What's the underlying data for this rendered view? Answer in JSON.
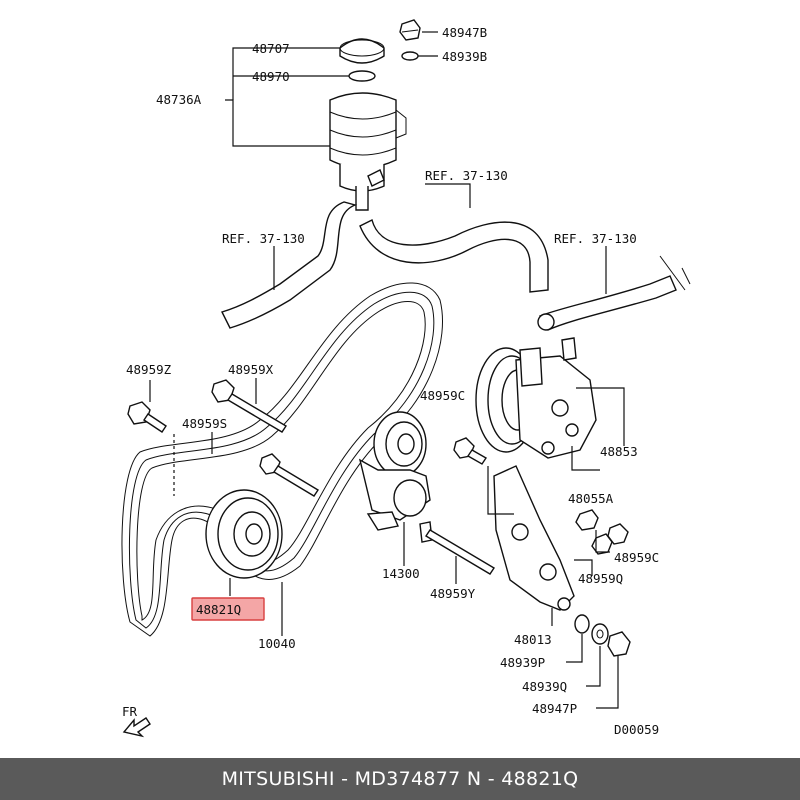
{
  "diagram": {
    "parts": {
      "p48707": "48707",
      "p48970": "48970",
      "p48736A": "48736A",
      "p48947B": "48947B",
      "p48939B": "48939B",
      "ref_a": "REF. 37-130",
      "ref_b": "REF. 37-130",
      "ref_c": "REF. 37-130",
      "p48959Z": "48959Z",
      "p48959X": "48959X",
      "p48959S": "48959S",
      "p48959C_a": "48959C",
      "p48853": "48853",
      "p48055A": "48055A",
      "p48959C_b": "48959C",
      "p48959Q": "48959Q",
      "p14300": "14300",
      "p48959Y": "48959Y",
      "p48013": "48013",
      "p48939P": "48939P",
      "p48939Q": "48939Q",
      "p48947P": "48947P",
      "p48821Q": "48821Q",
      "p10040": "10040"
    },
    "fr_label": "FR",
    "diagram_code": "D00059",
    "highlight_color": "#f4a6a6",
    "highlight_border": "#d84040"
  },
  "footer": {
    "text": "MITSUBISHI - MD374877     N - 48821Q",
    "background": "#5a5a5a"
  }
}
